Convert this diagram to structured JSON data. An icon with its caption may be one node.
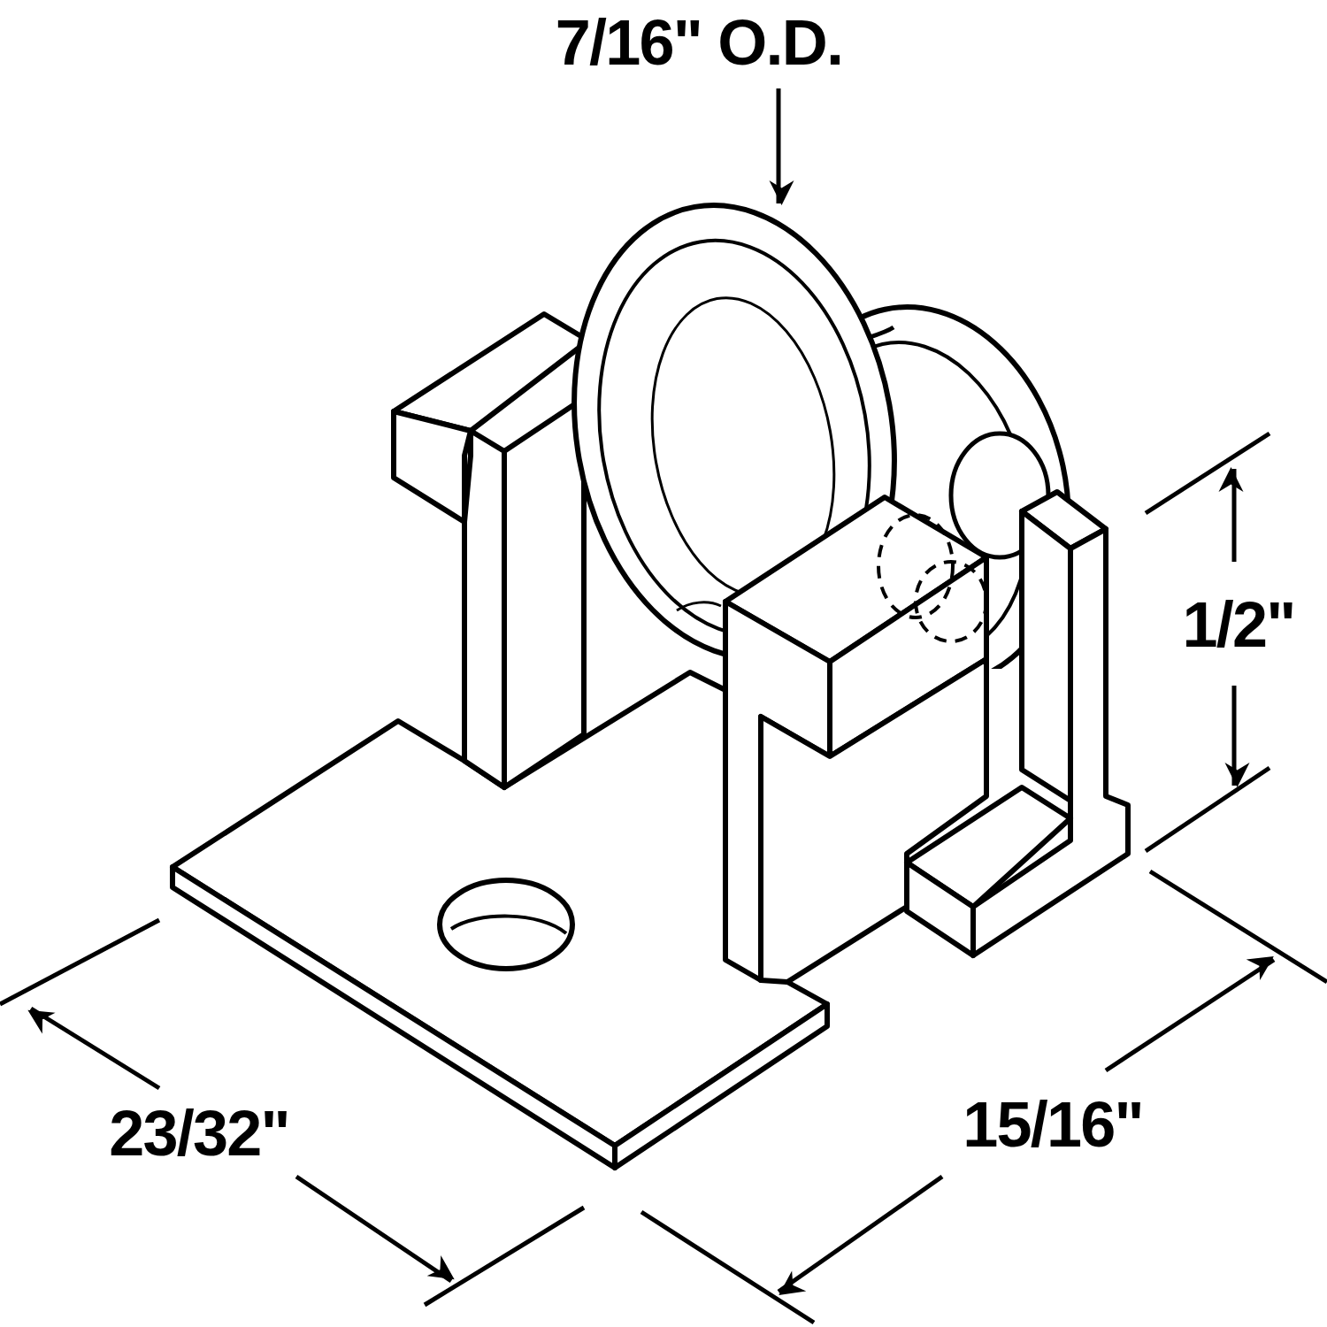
{
  "diagram": {
    "nodes": [
      {
        "text": [
          "7/16\" O.D."
        ]
      },
      {
        "text": [],
        "shape": "picture"
      }
    ],
    "edges": [
      {
        "from": 0,
        "to": 1,
        "arrow": "to"
      }
    ],
    "labels": [
      "1/2\"",
      "23/32\"",
      "15/16\""
    ]
  }
}
